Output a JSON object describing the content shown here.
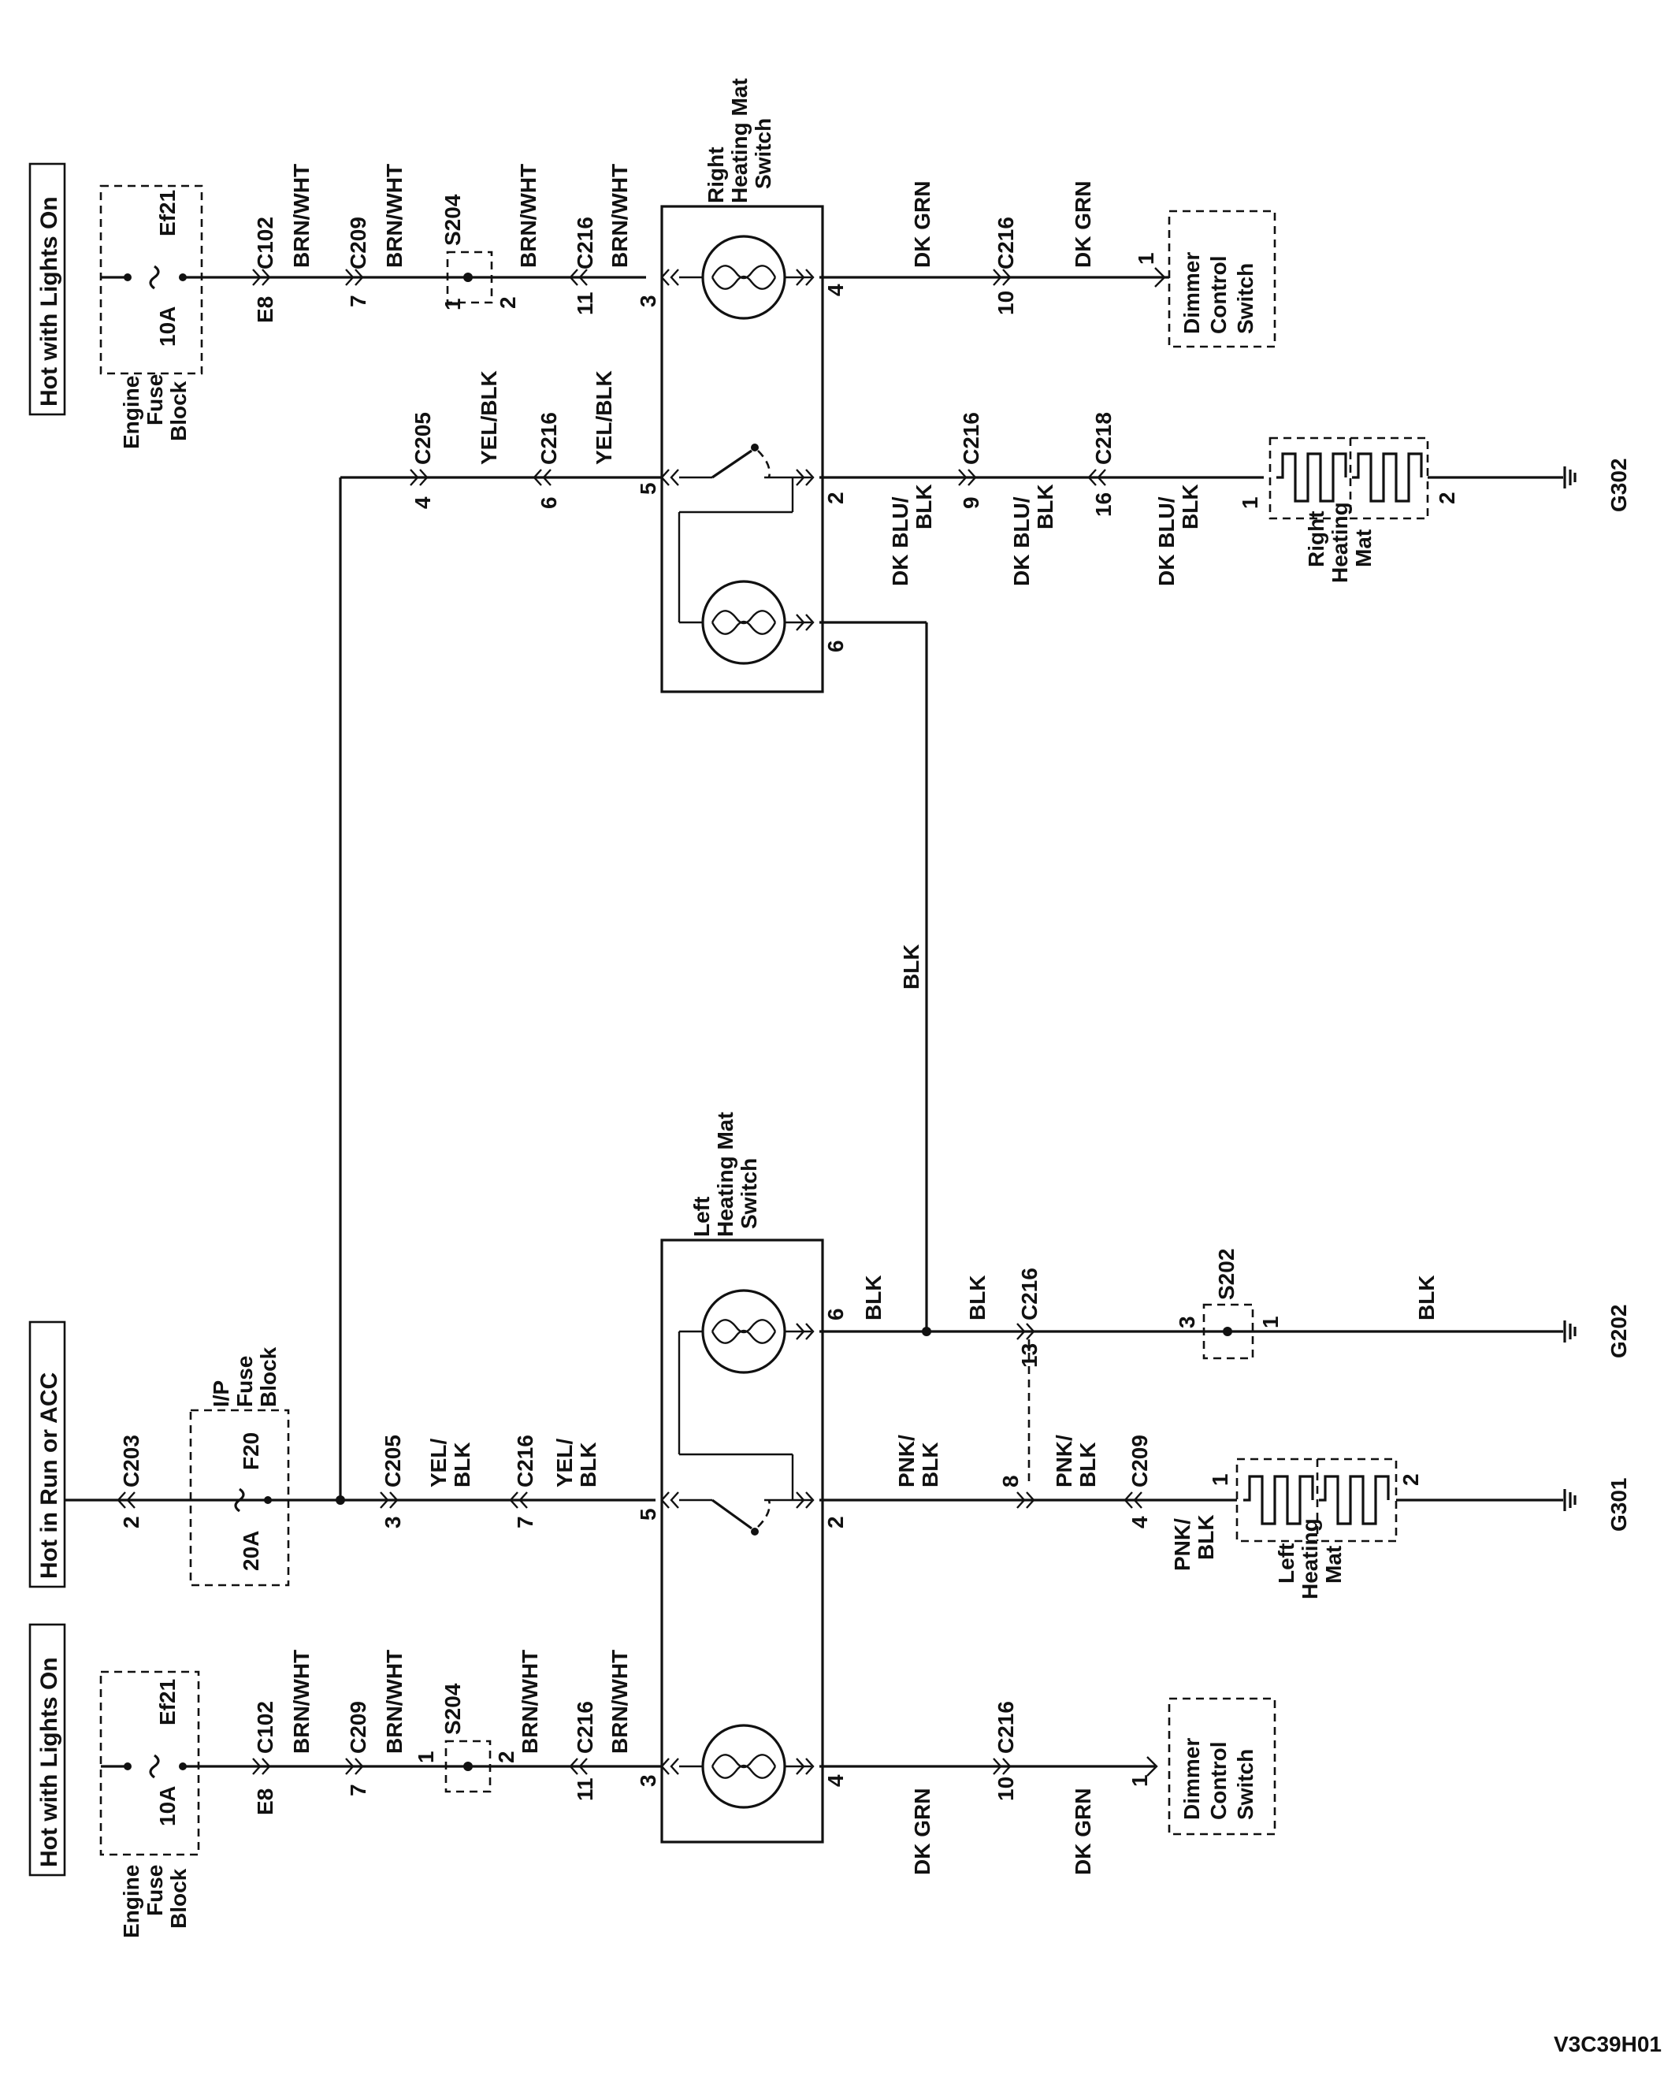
{
  "diagram_code": "V3C39H01",
  "power_sources": {
    "top": "Hot with Lights On",
    "middle": "Hot in Run or ACC",
    "bottom": "Hot with Lights On"
  },
  "fuse_blocks": {
    "engine": [
      "Engine",
      "Fuse",
      "Block"
    ],
    "ip": [
      "I/P",
      "Fuse",
      "Block"
    ]
  },
  "fuses": {
    "top": {
      "name": "Ef21",
      "rating": "10A"
    },
    "middle": {
      "name": "F20",
      "rating": "20A"
    },
    "bottom": {
      "name": "Ef21",
      "rating": "10A"
    }
  },
  "components": {
    "right_switch": [
      "Right",
      "Heating Mat",
      "Switch"
    ],
    "left_switch": [
      "Left",
      "Heating Mat",
      "Switch"
    ],
    "right_mat": [
      "Right",
      "Heating",
      "Mat"
    ],
    "left_mat": [
      "Left",
      "Heating",
      "Mat"
    ],
    "dimmer": [
      "Dimmer",
      "Control",
      "Switch"
    ]
  },
  "connectors": {
    "c102": "C102",
    "c209": "C209",
    "c216": "C216",
    "c205": "C205",
    "c203": "C203",
    "c218": "C218",
    "s204": "S204",
    "s202": "S202",
    "g302": "G302",
    "g202": "G202",
    "g301": "G301",
    "e8": "E8"
  },
  "wires": {
    "brn_wht": "BRN/WHT",
    "dk_grn": "DK GRN",
    "yel_blk": "YEL/BLK",
    "yel_blk_split": [
      "YEL/",
      "BLK"
    ],
    "dk_blu_blk": [
      "DK BLU/",
      "BLK"
    ],
    "blk": "BLK",
    "pnk_blk": [
      "PNK/",
      "BLK"
    ]
  },
  "pins": {
    "p1": "1",
    "p2": "2",
    "p3": "3",
    "p4": "4",
    "p5": "5",
    "p6": "6",
    "p7": "7",
    "p8": "8",
    "p9": "9",
    "p10": "10",
    "p11": "11",
    "p13": "13",
    "p16": "16"
  }
}
